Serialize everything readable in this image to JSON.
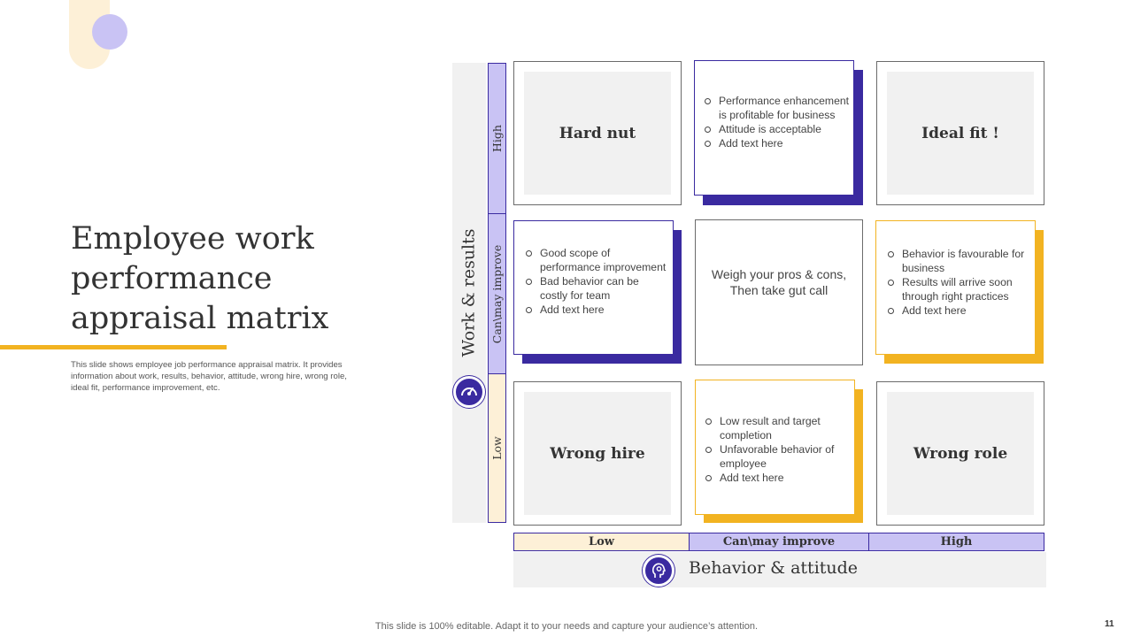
{
  "slide": {
    "title": "Employee work performance appraisal matrix",
    "description": "This slide shows employee job performance appraisal matrix. It provides information about work, results, behavior, attitude, wrong hire, wrong role, ideal fit, performance improvement, etc.",
    "footer": "This slide is 100% editable. Adapt it to your needs and capture your audience’s attention.",
    "page_number": "11"
  },
  "y_axis": {
    "title": "Work & results",
    "levels": {
      "high": "High",
      "mid": "Can\\may improve",
      "low": "Low"
    },
    "icon": "gauge-icon"
  },
  "x_axis": {
    "title": "Behavior & attitude",
    "levels": {
      "low": "Low",
      "mid": "Can\\may improve",
      "high": "High"
    },
    "icon": "head-gear-icon"
  },
  "cells": {
    "top_left": "Hard nut",
    "top_mid": [
      "Performance enhancement is profitable for business",
      "Attitude is acceptable",
      "Add text here"
    ],
    "top_right": "Ideal fit !",
    "mid_left": [
      "Good scope of performance improvement",
      "Bad behavior can be costly for team",
      "Add text here"
    ],
    "mid_mid": {
      "line1": "Weigh your pros & cons,",
      "line2": "Then take gut call"
    },
    "mid_right": [
      "Behavior is favourable for business",
      "Results will arrive soon through right practices",
      "Add text here"
    ],
    "bottom_left": "Wrong hire",
    "bottom_mid": [
      "Low result and target completion",
      "Unfavorable behavior of employee",
      "Add text here"
    ],
    "bottom_right": "Wrong role"
  },
  "colors": {
    "purple": "#3a2aa0",
    "lavender": "#c9c3f4",
    "yellow": "#f2b321",
    "cream": "#fdf0d7",
    "gray": "#f1f1f1"
  }
}
